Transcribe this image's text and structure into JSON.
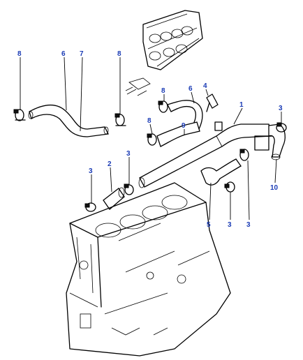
{
  "diagram": {
    "type": "exploded-parts-diagram",
    "callouts": [
      "1",
      "2",
      "3",
      "4",
      "5",
      "6",
      "7",
      "8",
      "9",
      "10"
    ],
    "callout_color": "#1a3bb5",
    "line_color": "#000000",
    "background": "#ffffff"
  }
}
